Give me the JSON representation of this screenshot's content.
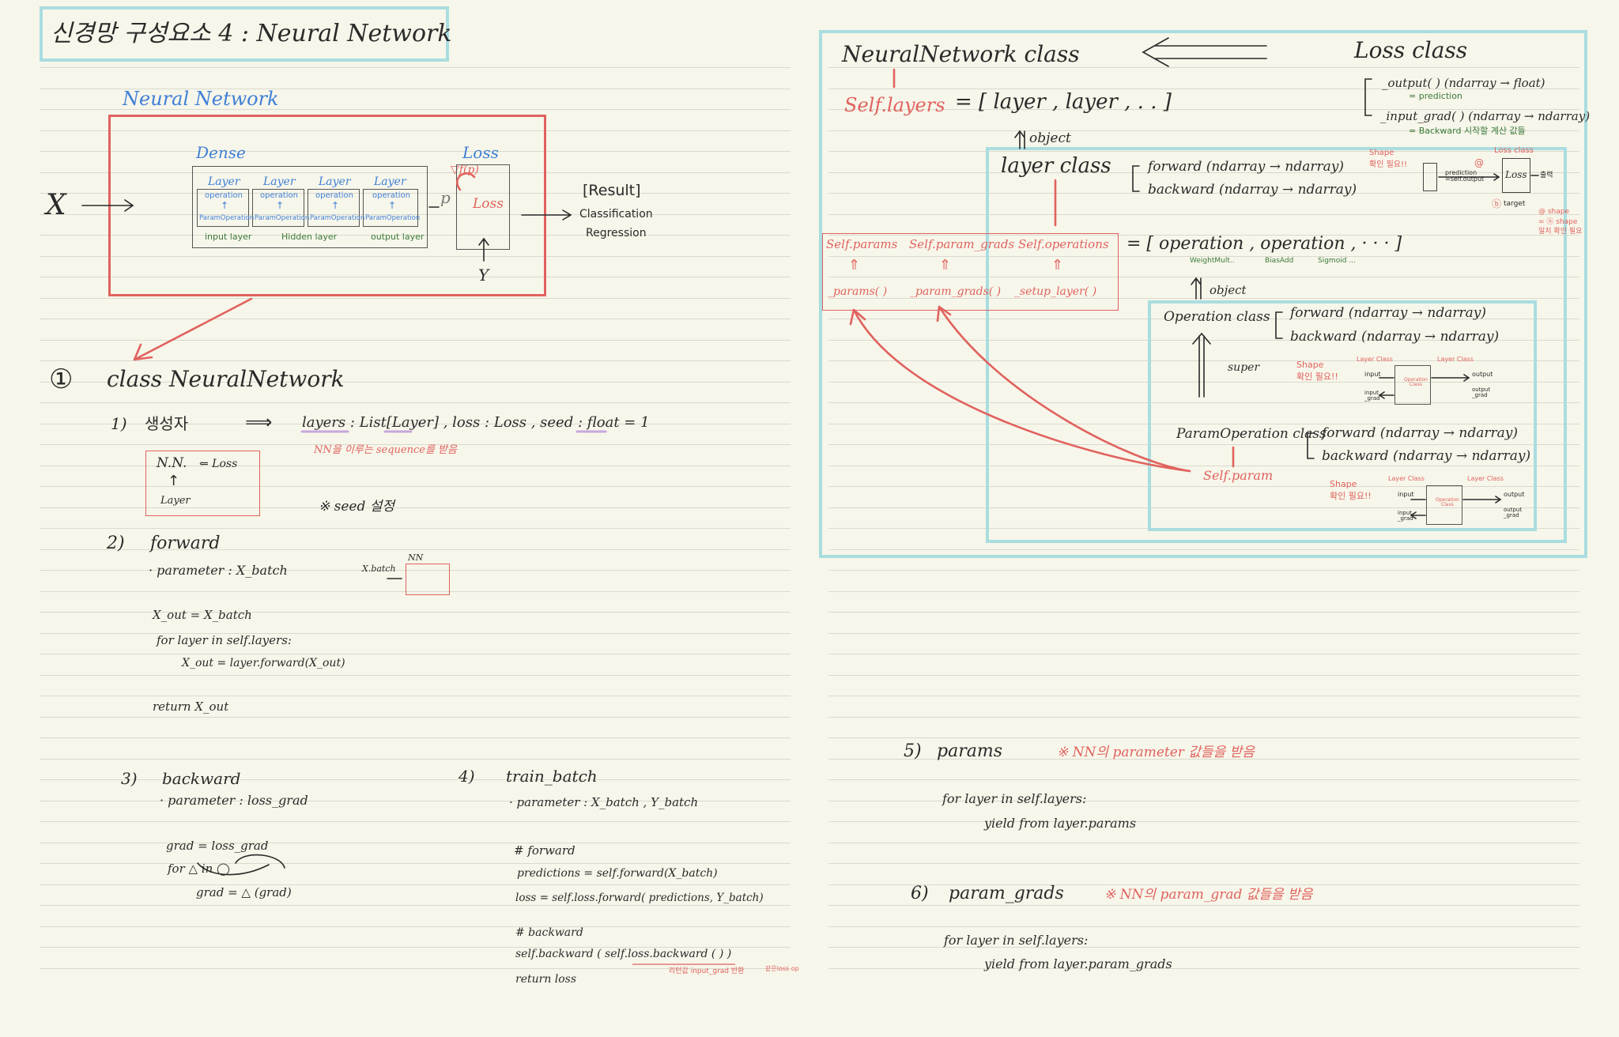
{
  "title": "신경망 구성요소 4 : Neural Network",
  "left": {
    "nn_label": "Neural Network",
    "x": "X",
    "dense": "Dense",
    "layers": [
      "Layer",
      "Layer",
      "Layer",
      "Layer"
    ],
    "op_top": "operation",
    "op_bottom": "ParamOperation",
    "layer_names": [
      "input layer",
      "Hidden layer",
      "output layer"
    ],
    "p": "p",
    "nabla": "▽f(p)",
    "loss_header": "Loss",
    "loss_inner": "Loss",
    "y": "Y",
    "result": "[Result]",
    "classification": "Classification",
    "regression": "Regression",
    "section1_num": "①",
    "section1_title": "class   NeuralNetwork",
    "ctor_num": "1)",
    "ctor_title": "생성자",
    "ctor_arrow": "⟹",
    "ctor_sig": "layers : List[Layer] ,  loss : Loss ,  seed : float = 1",
    "ctor_note": "NN을 이루는 sequence를 받음",
    "nn_box_nn": "N.N.",
    "nn_box_loss": "⇐ Loss",
    "nn_box_layer": "Layer",
    "seed_note": "※ seed 설정",
    "fwd_num": "2)",
    "fwd_title": "forward",
    "fwd_param": "· parameter  :   X_batch",
    "fwd_xbatch": "X.batch",
    "fwd_nn": "NN",
    "fwd_code": [
      "X_out  =  X_batch",
      "for   layer   in   self.layers:",
      "X_out  =  layer.forward(X_out)",
      "return    X_out"
    ],
    "bwd_num": "3)",
    "bwd_title": "backward",
    "bwd_param": "· parameter  :  loss_grad",
    "bwd_code": [
      "grad =  loss_grad",
      "for    △    in    ◯",
      "grad =  △ (grad)"
    ],
    "train_num": "4)",
    "train_title": "train_batch",
    "train_param": "· parameter  :  X_batch , Y_batch",
    "train_code": [
      "# forward",
      "predictions  =  self.forward(X_batch)",
      "loss   =   self.loss.forward( predictions,  Y_batch)",
      "# backward",
      "self.backward ( self.loss.backward ( ) )",
      "return   loss"
    ],
    "train_note": "리턴값 input_grad 반환",
    "train_note2": "같은loss op"
  },
  "right": {
    "nn_class": "NeuralNetwork  class",
    "loss_class": "Loss  class",
    "self_layers": "Self.layers",
    "layers_list": "=  [  layer ,  layer ,  . .  ]",
    "loss_output": "_output( )   (ndarray → float)",
    "loss_output_note": "= prediction",
    "loss_input_grad": "_input_grad( )  (ndarray → ndarray)",
    "loss_input_note": "= Backward 시작할  계산  값들",
    "object1": "object",
    "layer_class": "layer  class",
    "layer_forward": "forward  (ndarray → ndarray)",
    "layer_backward": "backward  (ndarray → ndarray)",
    "shape_note": "Shape\n확인 필요!!",
    "loss_diag_title": "Loss class",
    "loss_diag_pred": "prediction\n=self.output",
    "loss_diag_loss": "Loss",
    "loss_diag_out": "출력",
    "loss_diag_target": "target",
    "loss_diag_a": "@",
    "loss_diag_b": "ⓑ",
    "loss_shape": "@ shape\n= ⓑ shape\n일치 확인 필요",
    "self_params": "Self.params",
    "self_param_grads": "Self.param_grads",
    "self_operations": "Self.operations",
    "params_fn": "_params( )",
    "param_grads_fn": "_param_grads( )",
    "setup_layer": "_setup_layer( )",
    "op_list": "=  [  operation ,  operation ,   · · ·  ]",
    "op_sub": [
      "WeightMult..",
      "BiasAdd",
      "Sigmoid ..."
    ],
    "object2": "object",
    "operation_class": "Operation  class",
    "op_forward": "forward  (ndarray → ndarray)",
    "op_backward": "backward  (ndarray → ndarray)",
    "super": "super",
    "shape2": "Shape\n확인 필요!!",
    "layer_class_small": "Layer Class",
    "op_inner": "Operation\nClass",
    "input": "input",
    "output": "output",
    "input_grad": "input\n_grad",
    "output_grad": "output\n_grad",
    "paramop_class": "ParamOperation  class",
    "pop_forward": "forward  (ndarray → ndarray)",
    "pop_backward": "backward  (ndarray → ndarray)",
    "self_param": "Self.param",
    "p5_num": "5)",
    "p5_title": "params",
    "p5_note": "※ NN의  parameter  값들을  받음",
    "p5_code": [
      "for   layer   in   self.layers:",
      "yield   from   layer.params"
    ],
    "p6_num": "6)",
    "p6_title": "param_grads",
    "p6_note": "※ NN의   param_grad  값들을  받음",
    "p6_code": [
      "for   layer   in   self.layers:",
      "yield   from   layer.param_grads"
    ]
  },
  "colors": {
    "paper": "#f7f6ea",
    "red": "#e0625e",
    "blue": "#3f7fd6",
    "teal": "#a9dde0",
    "green": "#3a7a3a",
    "ink": "#2a2a2a"
  }
}
